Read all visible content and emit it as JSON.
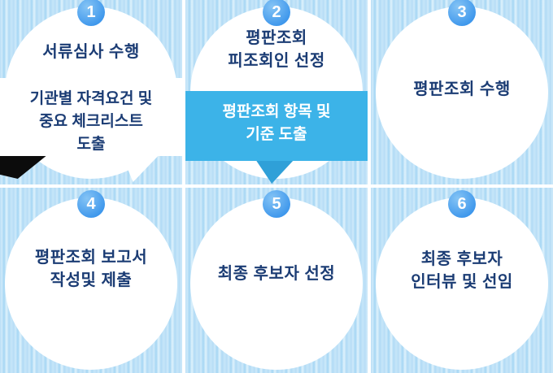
{
  "colors": {
    "badge_blue": "#3e97ec",
    "title_navy": "#1b3c74",
    "note_box_blue": "#3cb3e8",
    "note_box_white": "#ffffff",
    "stripe_light_blue": "#c6e6f9",
    "tail_black": "#0c0c0c"
  },
  "steps": [
    {
      "number": "1",
      "title_lines": [
        "서류심사 수행"
      ],
      "note_lines": [
        "기관별 자격요건 및",
        "중요 체크리스트",
        "도출"
      ]
    },
    {
      "number": "2",
      "title_lines": [
        "평판조회",
        "피조회인 선정"
      ],
      "note_lines": [
        "평판조회 항목 및",
        "기준 도출"
      ]
    },
    {
      "number": "3",
      "title_lines": [
        "평판조회 수행"
      ]
    },
    {
      "number": "4",
      "title_lines": [
        "평판조회 보고서",
        "작성및 제출"
      ]
    },
    {
      "number": "5",
      "title_lines": [
        "최종 후보자 선정"
      ]
    },
    {
      "number": "6",
      "title_lines": [
        "최종 후보자",
        "인터뷰 및 선임"
      ]
    }
  ]
}
